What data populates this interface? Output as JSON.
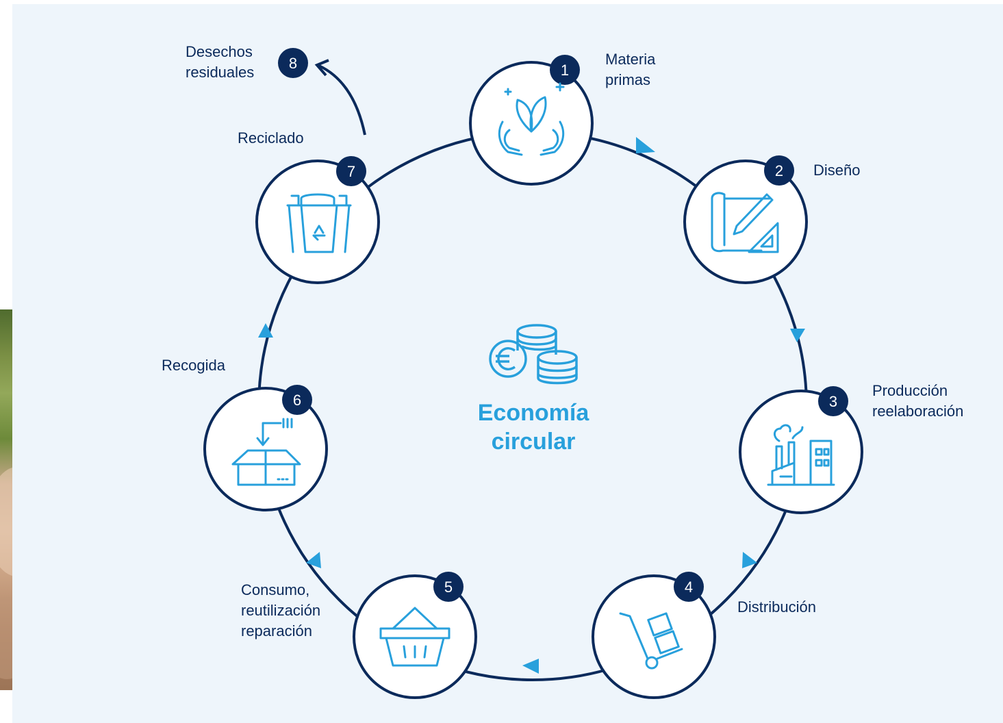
{
  "center": {
    "title": "Economía\ncircular",
    "icon": "euro-coins-icon"
  },
  "steps": [
    {
      "number": "1",
      "label": "Materia\nprimas",
      "icon": "leaf-hands-icon"
    },
    {
      "number": "2",
      "label": "Diseño",
      "icon": "blueprint-pencil-icon"
    },
    {
      "number": "3",
      "label": "Producción\nreelaboración",
      "icon": "factory-icon"
    },
    {
      "number": "4",
      "label": "Distribución",
      "icon": "hand-truck-icon"
    },
    {
      "number": "5",
      "label": "Consumo,\nreutilización\nreparación",
      "icon": "shopping-basket-icon"
    },
    {
      "number": "6",
      "label": "Recogida",
      "icon": "collection-box-icon"
    },
    {
      "number": "7",
      "label": "Reciclado",
      "icon": "recycling-bins-icon"
    },
    {
      "number": "8",
      "label": "Desechos\nresiduales",
      "icon": "exit-arrow-icon"
    }
  ],
  "colors": {
    "navy": "#0b2a5b",
    "accent": "#28a0dc",
    "background": "#eef5fb"
  }
}
